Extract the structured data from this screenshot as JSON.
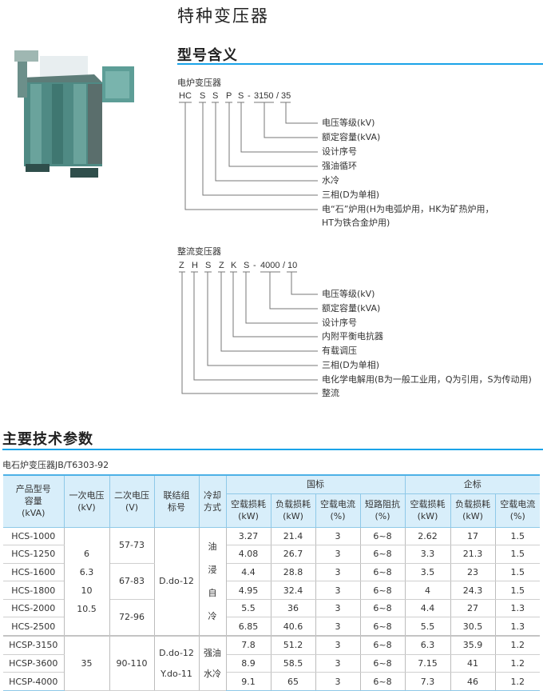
{
  "page_title": "特种变压器",
  "section_model": {
    "title": "型号含义",
    "furnace": {
      "name": "电炉变压器",
      "code_parts": [
        "HC",
        "S",
        "S",
        "P",
        "S",
        "-",
        "3150",
        "/",
        "35"
      ],
      "labels": [
        "电压等级(kV)",
        "额定容量(kVA)",
        "设计序号",
        "强油循环",
        "水冷",
        "三相(D为单相)",
        "电“石”炉用(H为电弧炉用，HK为矿热炉用，",
        "HT为铁合金炉用)"
      ]
    },
    "rectifier": {
      "name": "整流变压器",
      "code_parts": [
        "Z",
        "H",
        "S",
        "Z",
        "K",
        "S",
        "-",
        "4000",
        "/",
        "10"
      ],
      "labels": [
        "电压等级(kV)",
        "额定容量(kVA)",
        "设计序号",
        "内附平衡电抗器",
        "有载调压",
        "三相(D为单相)",
        "电化学电解用(B为一般工业用，Q为引用，S为传动用)",
        "整流"
      ]
    }
  },
  "section_params": {
    "title": "主要技术参数",
    "subtitle": "电石炉变压器JB/T6303-92",
    "table": {
      "headers": {
        "model": [
          "产品型号",
          "容量",
          "(kVA)"
        ],
        "primary": [
          "一次电压",
          "(kV)"
        ],
        "secondary": [
          "二次电压",
          "(V)"
        ],
        "connection": [
          "联结组",
          "标号"
        ],
        "cooling": [
          "冷却",
          "方式"
        ],
        "group_gb": "国标",
        "group_qb": "企标",
        "sub": [
          [
            "空载损耗",
            "(kW)"
          ],
          [
            "负载损耗",
            "(kW)"
          ],
          [
            "空载电流",
            "(%)"
          ],
          [
            "短路阻抗",
            "(%)"
          ],
          [
            "空载损耗",
            "(kW)"
          ],
          [
            "负载损耗",
            "(kW)"
          ],
          [
            "空载电流",
            "(%)"
          ]
        ]
      },
      "merged": {
        "primary_a": [
          "6",
          "6.3",
          "10",
          "10.5"
        ],
        "primary_b": "35",
        "secondary": [
          "57-73",
          "67-83",
          "72-96",
          "90-110"
        ],
        "connection_a": "D.do-12",
        "connection_b": [
          "D.do-12",
          "Y.do-11"
        ],
        "cooling_a": [
          "油",
          "浸",
          "自",
          "冷"
        ],
        "cooling_b": [
          "强油",
          "水冷"
        ]
      },
      "rows": [
        {
          "model": "HCS-1000",
          "v": [
            "3.27",
            "21.4",
            "3",
            "6~8",
            "2.62",
            "17",
            "1.5"
          ]
        },
        {
          "model": "HCS-1250",
          "v": [
            "4.08",
            "26.7",
            "3",
            "6~8",
            "3.3",
            "21.3",
            "1.5"
          ]
        },
        {
          "model": "HCS-1600",
          "v": [
            "4.4",
            "28.8",
            "3",
            "6~8",
            "3.5",
            "23",
            "1.5"
          ]
        },
        {
          "model": "HCS-1800",
          "v": [
            "4.95",
            "32.4",
            "3",
            "6~8",
            "4",
            "24.3",
            "1.5"
          ]
        },
        {
          "model": "HCS-2000",
          "v": [
            "5.5",
            "36",
            "3",
            "6~8",
            "4.4",
            "27",
            "1.3"
          ]
        },
        {
          "model": "HCS-2500",
          "v": [
            "6.85",
            "40.6",
            "3",
            "6~8",
            "5.5",
            "30.5",
            "1.3"
          ]
        },
        {
          "model": "HCSP-3150",
          "v": [
            "7.8",
            "51.2",
            "3",
            "6~8",
            "6.3",
            "35.9",
            "1.2"
          ]
        },
        {
          "model": "HCSP-3600",
          "v": [
            "8.9",
            "58.5",
            "3",
            "6~8",
            "7.15",
            "41",
            "1.2"
          ]
        },
        {
          "model": "HCSP-4000",
          "v": [
            "9.1",
            "65",
            "3",
            "6~8",
            "7.3",
            "46",
            "1.2"
          ]
        }
      ]
    }
  }
}
